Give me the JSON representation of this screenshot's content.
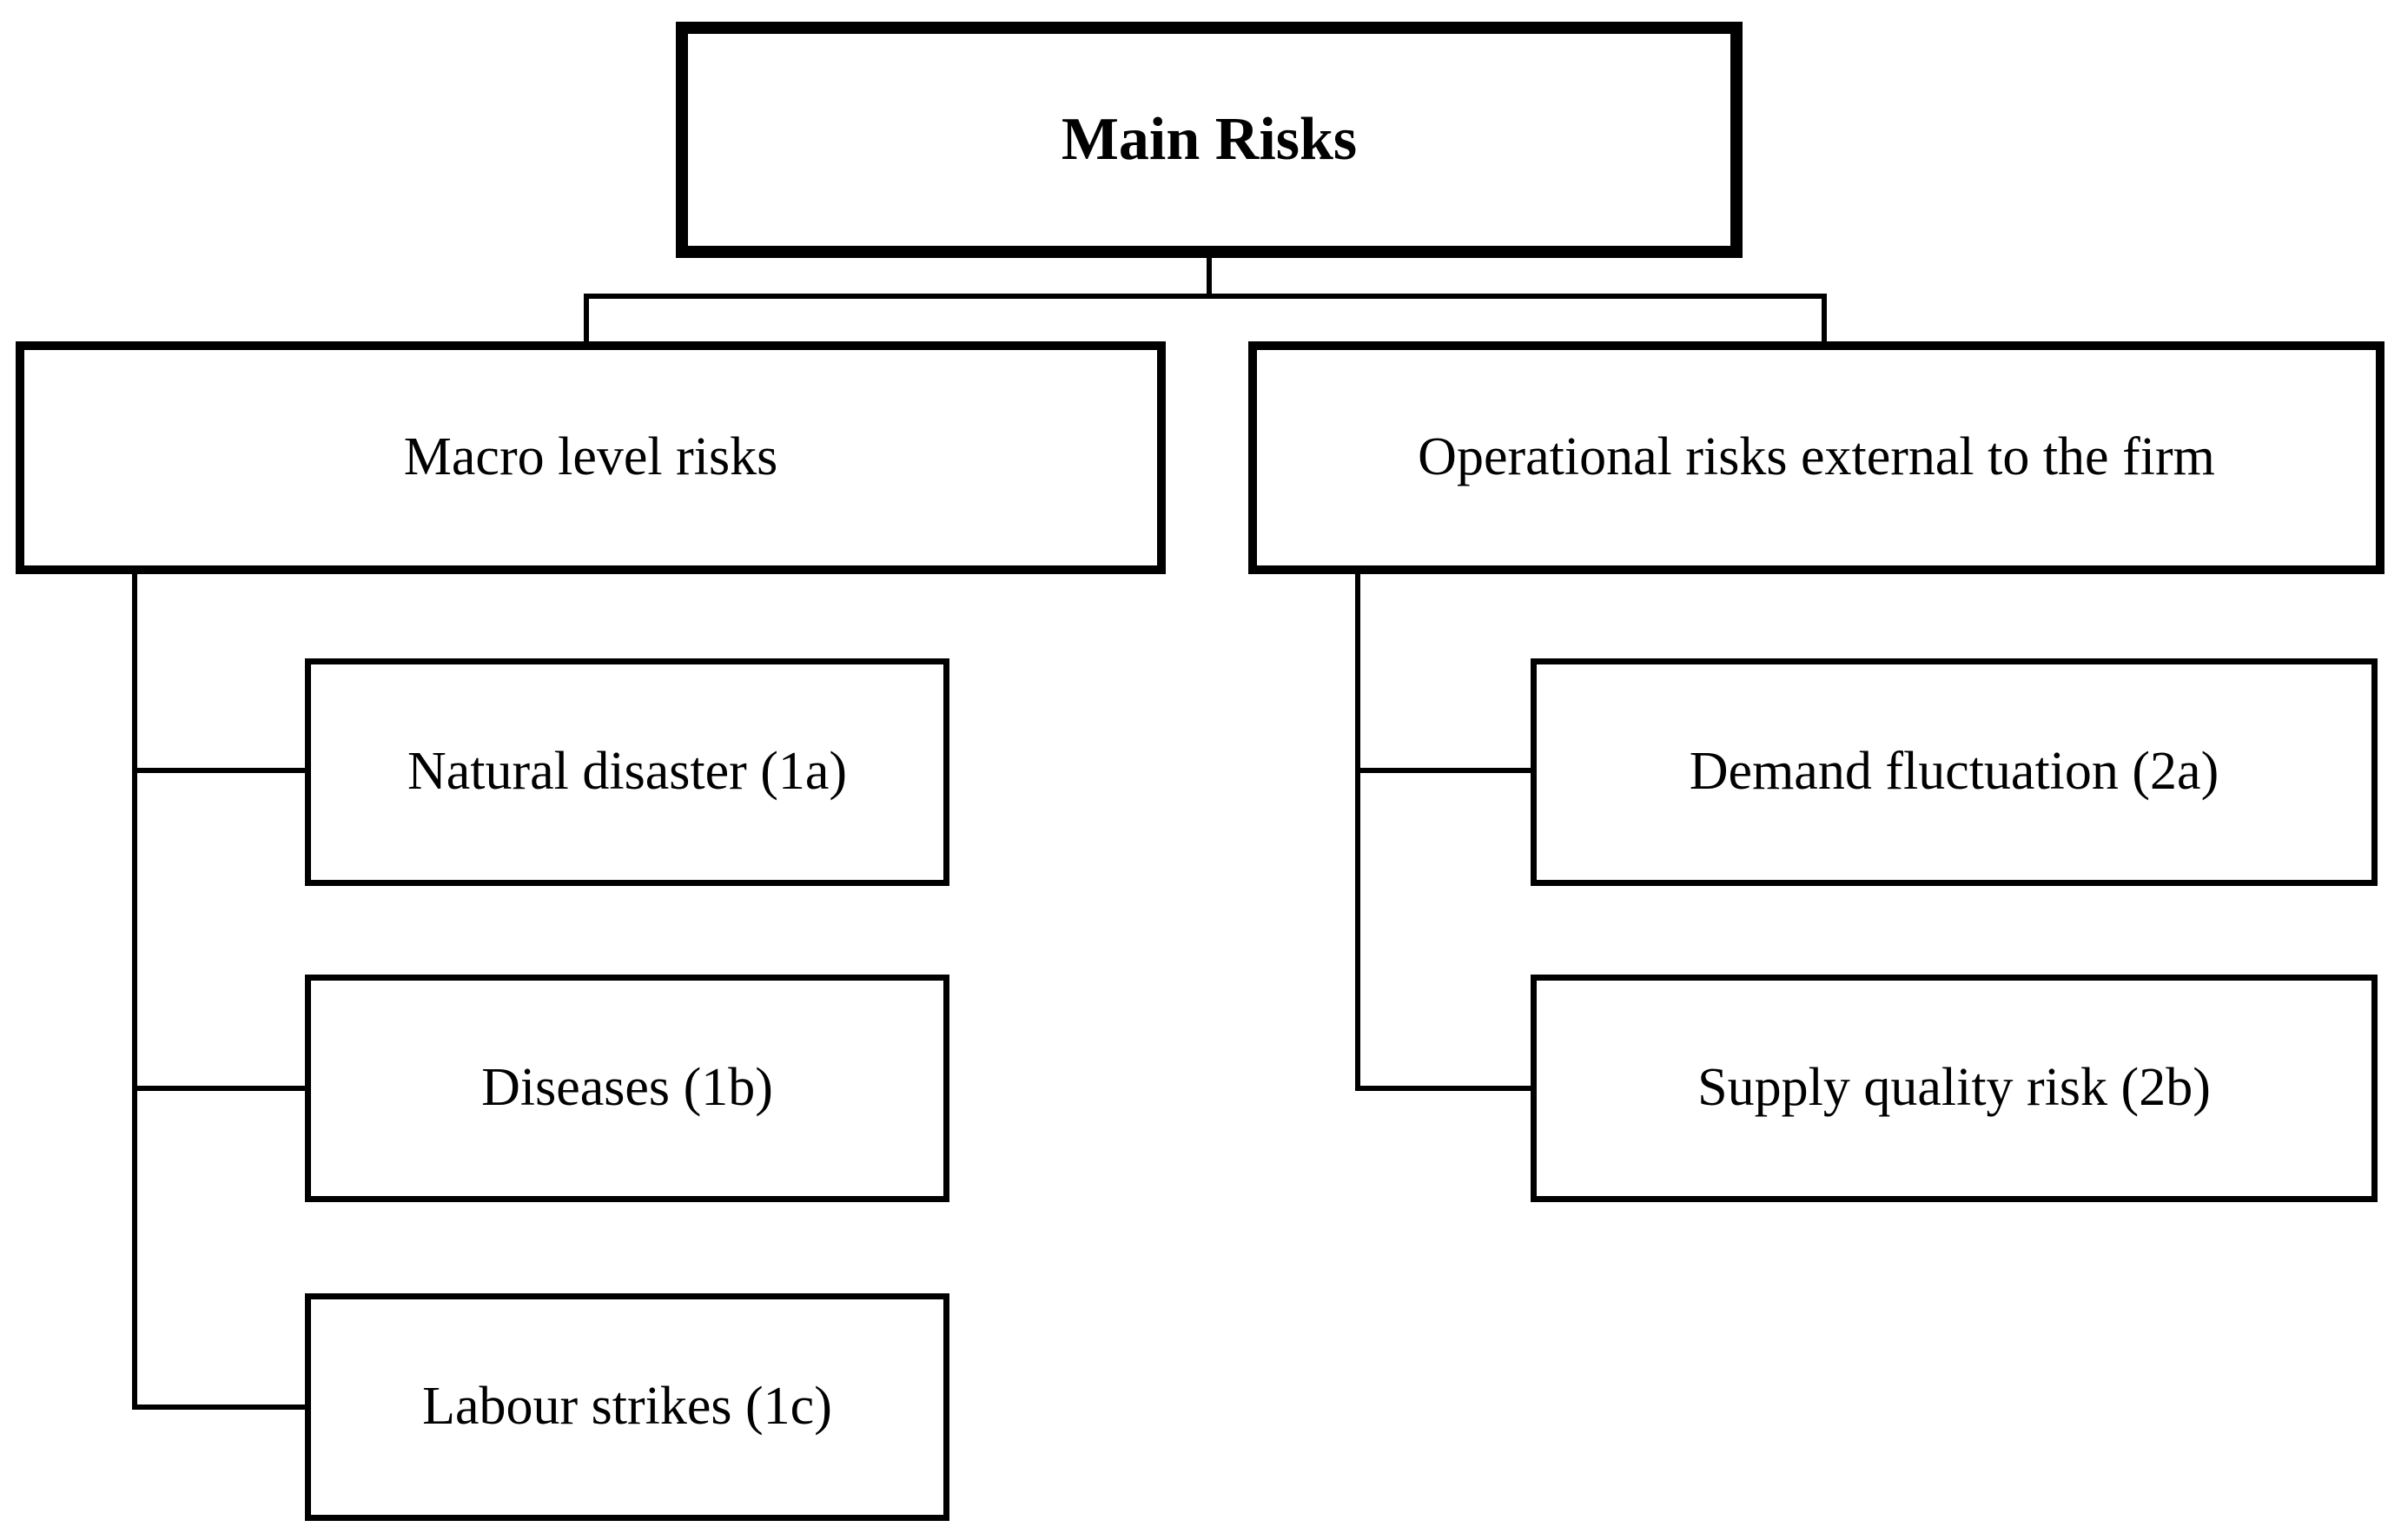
{
  "figure": {
    "type": "hierarchy-diagram",
    "colors": {
      "background": "#ffffff",
      "line": "#000000",
      "text": "#000000"
    },
    "root": {
      "id": "main-risks",
      "label": "Main Risks"
    },
    "level1": [
      {
        "id": "macro-level-risks",
        "label": "Macro level risks",
        "children": [
          {
            "id": "natural-disaster",
            "label": "Natural disaster (1a)"
          },
          {
            "id": "diseases",
            "label": "Diseases (1b)"
          },
          {
            "id": "labour-strikes",
            "label": "Labour strikes (1c)"
          }
        ]
      },
      {
        "id": "operational-risks-external",
        "label": "Operational risks external to the firm",
        "children": [
          {
            "id": "demand-fluctuation",
            "label": "Demand fluctuation (2a)"
          },
          {
            "id": "supply-quality-risk",
            "label": "Supply quality risk (2b)"
          }
        ]
      }
    ]
  }
}
